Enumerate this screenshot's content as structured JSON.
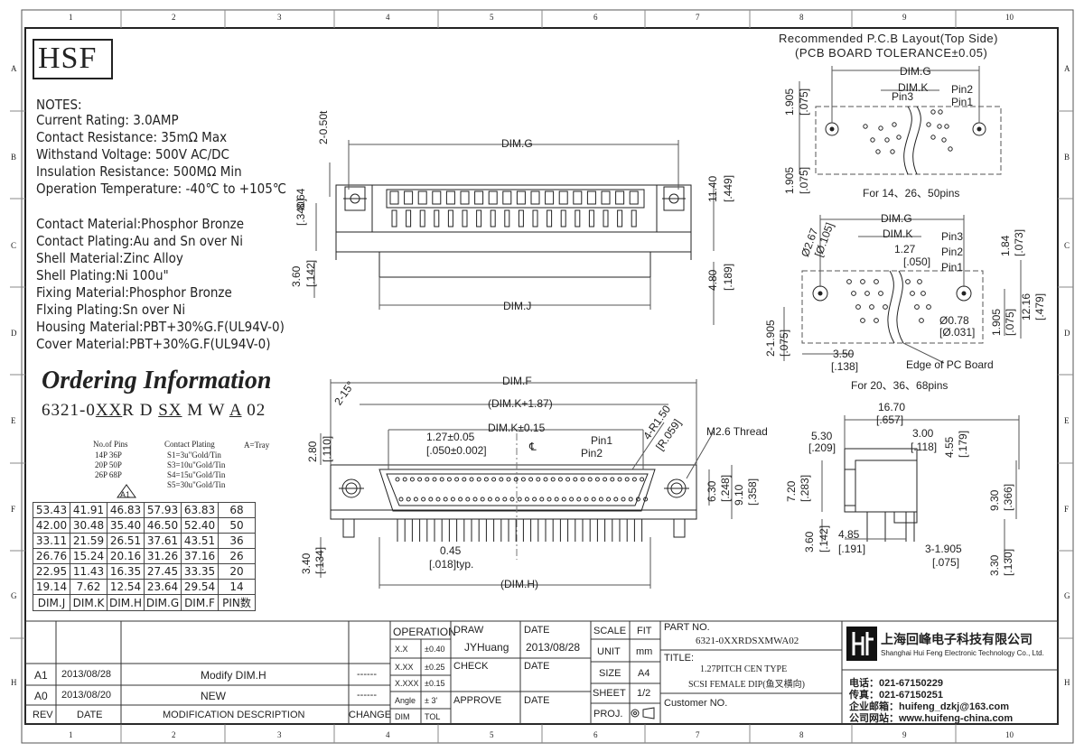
{
  "border": {
    "columns": [
      "1",
      "2",
      "3",
      "4",
      "5",
      "6",
      "7",
      "8",
      "9",
      "10"
    ],
    "rows": [
      "A",
      "B",
      "C",
      "D",
      "E",
      "F",
      "G",
      "H"
    ]
  },
  "logo": "HSF",
  "notes": {
    "heading": "NOTES:",
    "lines": [
      "Current Rating: 3.0AMP",
      "Contact Resistance: 35mΩ Max",
      "Withstand Voltage: 500V AC/DC",
      "Insulation Resistance: 500MΩ Min",
      "Operation Temperature: -40℃ to +105℃"
    ],
    "materials": [
      "Contact Material:Phosphor Bronze",
      "Contact Plating:Au and Sn over Ni",
      "Shell Material:Zinc Alloy",
      "Shell Plating:Ni 100u\"",
      "Fixing Material:Phosphor Bronze",
      "Flxing Plating:Sn over Ni",
      "Housing Material:PBT+30%G.F(UL94V-0)",
      "Cover Material:PBT+30%G.F(UL94V-0)"
    ]
  },
  "ordering": {
    "title": "Ordering Information",
    "code": "6321-0XXRDSXMWA02",
    "pins_title": "No.of Pins",
    "pins": [
      "14P  36P",
      "20P  50P",
      "26P  68P"
    ],
    "plating_title": "Contact Plating",
    "plating": [
      "S1=3u\"Gold/Tin",
      "S3=10u\"Gold/Tin",
      "S4=15u\"Gold/Tin",
      "S5=30u\"Gold/Tin"
    ],
    "tray": "A=Tray",
    "rev_mark": "A1"
  },
  "dim_table": {
    "rows": [
      [
        "53.43",
        "41.91",
        "46.83",
        "57.93",
        "63.83",
        "68"
      ],
      [
        "42.00",
        "30.48",
        "35.40",
        "46.50",
        "52.40",
        "50"
      ],
      [
        "33.11",
        "21.59",
        "26.51",
        "37.61",
        "43.51",
        "36"
      ],
      [
        "26.76",
        "15.24",
        "20.16",
        "31.26",
        "37.16",
        "26"
      ],
      [
        "22.95",
        "11.43",
        "16.35",
        "27.45",
        "33.35",
        "20"
      ],
      [
        "19.14",
        "7.62",
        "12.54",
        "23.64",
        "29.54",
        "14"
      ]
    ],
    "header": [
      "DIM.J",
      "DIM.K",
      "DIM.H",
      "DIM.G",
      "DIM.F",
      "PIN数"
    ]
  },
  "pcb": {
    "title1": "Recommended P.C.B Layout(Top Side)",
    "title2": "(PCB BOARD TOLERANCE±0.05)",
    "caption1": "For 14、26、50pins",
    "caption2": "For 20、36、68pins",
    "edge": "Edge of PC Board"
  },
  "top_view_labels": [
    "DIM.G",
    "2-0.50t",
    "8.64",
    "[.340]",
    "11.40",
    "[.449]",
    "3.60",
    "[.142]",
    "DIM.J",
    "4.80",
    "[.189]"
  ],
  "front_view_labels": [
    "DIM.F",
    "(DIM.K+1.87)",
    "DIM.K±0.15",
    "1.27±0.05",
    "[.050±0.002]",
    "2-15°",
    "Pin1",
    "Pin2",
    "4-R1.50",
    "[R.059]",
    "M2.6 Thread",
    "2.80",
    "[.110]",
    "6.30",
    "[.248]",
    "9.10",
    "[.358]",
    "3.40",
    "[.134]",
    "0.45",
    "[.018]typ.",
    "(DIM.H)",
    "℄"
  ],
  "pcb_labels": [
    "DIM.G",
    "DIM.K",
    "Pin3",
    "Pin2",
    "Pin1",
    "1.905",
    "[.075]",
    "1.905",
    "[.075]",
    "DIM.G",
    "DIM.K",
    "1.27",
    "[.050]",
    "Pin3",
    "Pin2",
    "Pin1",
    "1.84",
    "[.073]",
    "12.16",
    "[.479]",
    "1.905",
    "[.075]",
    "Ø2.67",
    "[Ø.105]",
    "Ø0.78",
    "[Ø.031]",
    "2-1.905",
    "[.075]",
    "3.50",
    "[.138]"
  ],
  "side_labels": [
    "16.70",
    "[.657]",
    "5.30",
    "[.209]",
    "3.00",
    "[.118]",
    "4.55",
    "[.179]",
    "7.20",
    "[.283]",
    "9.30",
    "[.366]",
    "3.60",
    "[.142]",
    "4.85",
    "[.191]",
    "3-1.905",
    "[.075]",
    "3.30",
    "[.130]"
  ],
  "title_block": {
    "operation": "OPERATION",
    "tol": [
      [
        "X.X",
        "±0.40"
      ],
      [
        "X.XX",
        "±0.25"
      ],
      [
        "X.XXX",
        "±0.15"
      ],
      [
        "Angle",
        "± 3'"
      ],
      [
        "DIM",
        "TOL"
      ]
    ],
    "draw": "DRAW",
    "drawer": "JYHuang",
    "check": "CHECK",
    "approve": "APPROVE",
    "date_label": "DATE",
    "date": "2013/08/28",
    "scale": "SCALE",
    "fit": "FIT",
    "unit": "UNIT",
    "unit_val": "mm",
    "size": "SIZE",
    "size_val": "A4",
    "sheet": "SHEET",
    "sheet_val": "1/2",
    "proj": "PROJ.",
    "part_no_label": "PART NO.",
    "part_no": "6321-0XXRDSXMWA02",
    "title_label": "TITLE:",
    "title1": "1.27PITCH CEN TYPE",
    "title2": "SCSI FEMALE DIP(鱼叉横向)",
    "customer": "Customer NO.",
    "company_cn": "上海回峰电子科技有限公司",
    "company_en": "Shanghai Hui Feng Electronic Technology Co., Ltd.",
    "tel": "电话：021-67150229",
    "fax": "传真：021-67150251",
    "email": "企业邮箱：huifeng_dzkj@163.com",
    "web": "公司网站：www.huifeng-china.com",
    "revisions": [
      {
        "rev": "A1",
        "date": "2013/08/28",
        "desc": "Modify DIM.H",
        "change": "------"
      },
      {
        "rev": "A0",
        "date": "2013/08/20",
        "desc": "NEW",
        "change": "------"
      }
    ],
    "rev_header": {
      "rev": "REV",
      "date": "DATE",
      "desc": "MODIFICATION DESCRIPTION",
      "change": "CHANGE"
    }
  }
}
